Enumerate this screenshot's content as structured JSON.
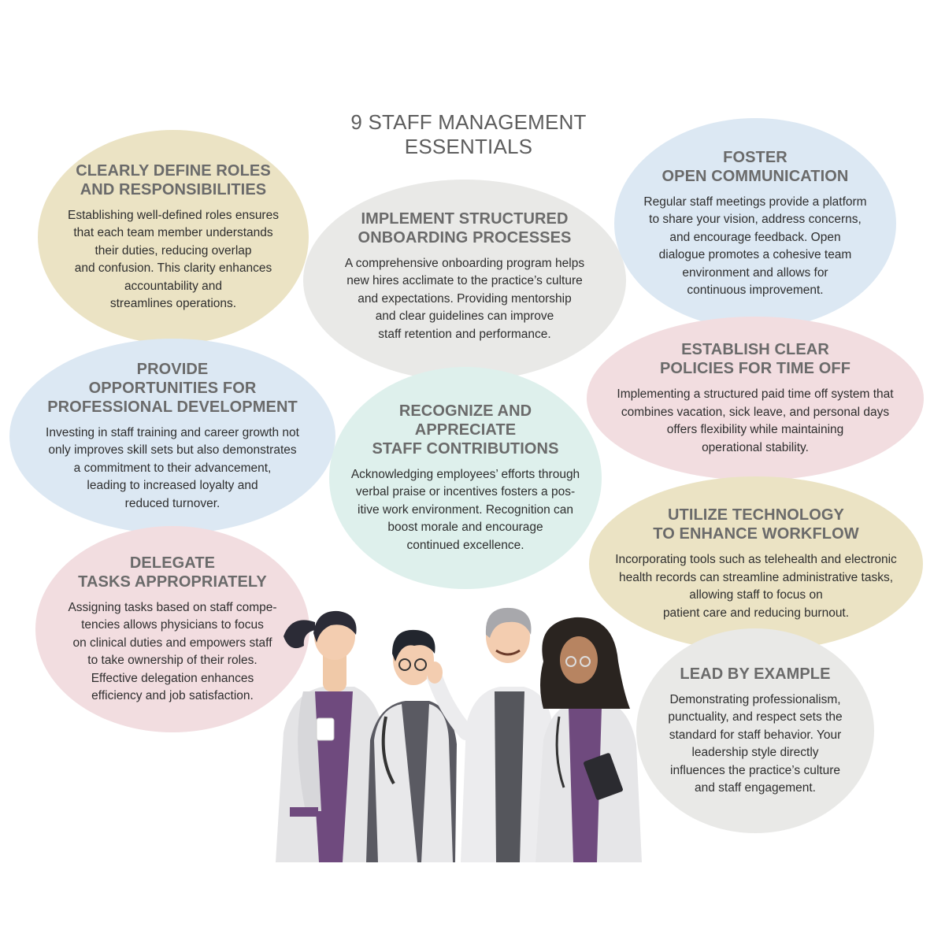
{
  "title": "9 STAFF MANAGEMENT\nESSENTIALS",
  "essentials": [
    {
      "title": "CLEARLY DEFINE ROLES\nAND RESPONSIBILITIES",
      "body": "Establishing well-defined roles ensures\nthat each team member understands\ntheir duties, reducing overlap\nand confusion. This clarity enhances\naccountability and\nstreamlines operations."
    },
    {
      "title": "IMPLEMENT STRUCTURED\nONBOARDING PROCESSES",
      "body": "A comprehensive onboarding program helps\nnew hires acclimate to the practice’s culture\nand expectations. Providing mentorship\nand clear guidelines can improve\nstaff retention and performance."
    },
    {
      "title": "FOSTER\nOPEN COMMUNICATION",
      "body": "Regular staff meetings provide a platform\nto share your vision, address concerns,\nand encourage feedback. Open\ndialogue promotes a cohesive team\nenvironment and allows for\ncontinuous improvement."
    },
    {
      "title": "PROVIDE\nOPPORTUNITIES FOR\nPROFESSIONAL DEVELOPMENT",
      "body": "Investing in staff training and career growth not\nonly improves skill sets but also demonstrates\na commitment to their advancement,\nleading to increased loyalty and\nreduced turnover."
    },
    {
      "title": "RECOGNIZE AND\nAPPRECIATE\nSTAFF CONTRIBUTIONS",
      "body": "Acknowledging employees’ efforts through\nverbal praise or incentives fosters a pos-\nitive work environment. Recognition can\nboost morale and encourage\ncontinued excellence."
    },
    {
      "title": "ESTABLISH CLEAR\nPOLICIES FOR TIME OFF",
      "body": "Implementing a structured paid time off system that\ncombines vacation, sick leave, and personal days\noffers flexibility while maintaining\noperational stability."
    },
    {
      "title": "DELEGATE\nTASKS APPROPRIATELY",
      "body": "Assigning tasks based on staff compe-\ntencies allows physicians to focus\non clinical duties and empowers staff\nto take ownership of their roles.\nEffective delegation enhances\nefficiency and job satisfaction."
    },
    {
      "title": "UTILIZE TECHNOLOGY\nTO ENHANCE WORKFLOW",
      "body": "Incorporating tools such as telehealth and electronic\nhealth records can streamline administrative tasks,\nallowing staff to focus on\npatient care and reducing burnout."
    },
    {
      "title": "LEAD BY EXAMPLE",
      "body": "Demonstrating professionalism,\npunctuality, and respect sets the\nstandard for staff behavior. Your\nleadership style directly\ninfluences the practice’s culture\nand staff engagement."
    }
  ],
  "colors": {
    "beige": "#ebe3c4",
    "gray": "#e9e9e7",
    "blue": "#dce8f3",
    "pink": "#f2dde0",
    "mint": "#def0ec",
    "purple": "#6f4a7e"
  },
  "illustration": "four-doctors-illustration"
}
